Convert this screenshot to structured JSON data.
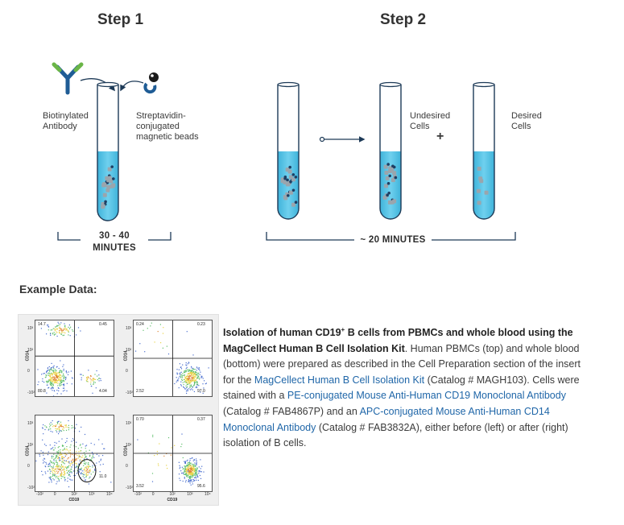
{
  "step1": {
    "title": "Step 1",
    "label_left": "Biotinylated\nAntibody",
    "label_right": "Streptavidin-\nconjugated\nmagnetic beads",
    "time": "30 - 40\nMINUTES"
  },
  "step2": {
    "title": "Step 2",
    "label_undesired": "Undesired\nCells",
    "plus": "+",
    "label_desired": "Desired\nCells",
    "time": "~ 20 MINUTES"
  },
  "example": {
    "title": "Example Data:",
    "plots": [
      {
        "quadrants": {
          "ul": "14.7",
          "ur": "0.45",
          "ll": "80.8",
          "lr": "4.04"
        }
      },
      {
        "quadrants": {
          "ul": "0.24",
          "ur": "0.23",
          "ll": "2.52",
          "lr": "97.0"
        }
      },
      {
        "quadrants": {
          "ul": "",
          "ur": "",
          "ll": "",
          "lr": "11.0"
        }
      },
      {
        "quadrants": {
          "ul": "0.70",
          "ur": "0.37",
          "ll": "3.52",
          "lr": "95.6"
        }
      }
    ],
    "axes": {
      "y": "CD14",
      "x": "CD19"
    },
    "ticks": {
      "y": [
        "10³",
        "10²",
        "0",
        "-10²"
      ],
      "x": [
        "-10²",
        "0",
        "10²",
        "10³",
        "10⁴"
      ]
    },
    "caption": {
      "bold_a": "Isolation of human CD19",
      "sup": "+",
      "bold_b": " B cells from PBMCs and whole blood using the MagCellect Human B Cell Isolation Kit",
      "t1": ". Human PBMCs (top) and whole blood (bottom) were prepared as described in the Cell Preparation section of the insert for the ",
      "link1": "MagCellect Human B Cell Isolation Kit",
      "t2": " (Catalog # MAGH103). Cells were stained with a ",
      "link2": "PE-conjugated Mouse Anti-Human CD19 Monoclonal Antibody",
      "t3": " (Catalog # FAB4867P) and an ",
      "link3": "APC-conjugated Mouse Anti-Human CD14 Monoclonal Antibody",
      "t4": " (Catalog # FAB3832A), either before (left) or after (right) isolation of B cells."
    }
  },
  "colors": {
    "liquid": "#4fc0e3",
    "tube_outline": "#1d3a57",
    "bead": "#1f3f63",
    "link": "#1f66a8"
  }
}
